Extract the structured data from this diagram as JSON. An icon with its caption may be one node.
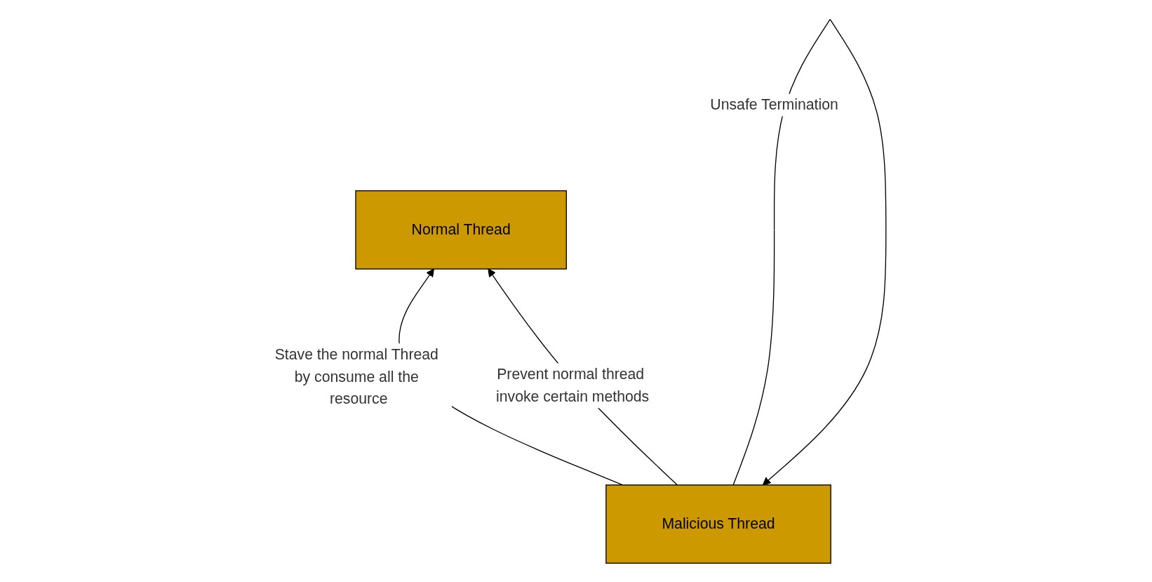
{
  "diagram": {
    "nodes": [
      {
        "text": [
          "Normal Thread"
        ]
      },
      {
        "text": [
          "Malicious Thread"
        ]
      }
    ],
    "edges": [
      {
        "from": 1,
        "to": 0,
        "arrow": "to",
        "label": "Stave the normal Thread by consume all the resource"
      },
      {
        "from": 1,
        "to": 0,
        "arrow": "to",
        "label": "Prevent normal thread invoke certain methods"
      },
      {
        "from": 1,
        "to": 1,
        "arrow": "to",
        "label": "Unsafe Termination"
      }
    ]
  }
}
